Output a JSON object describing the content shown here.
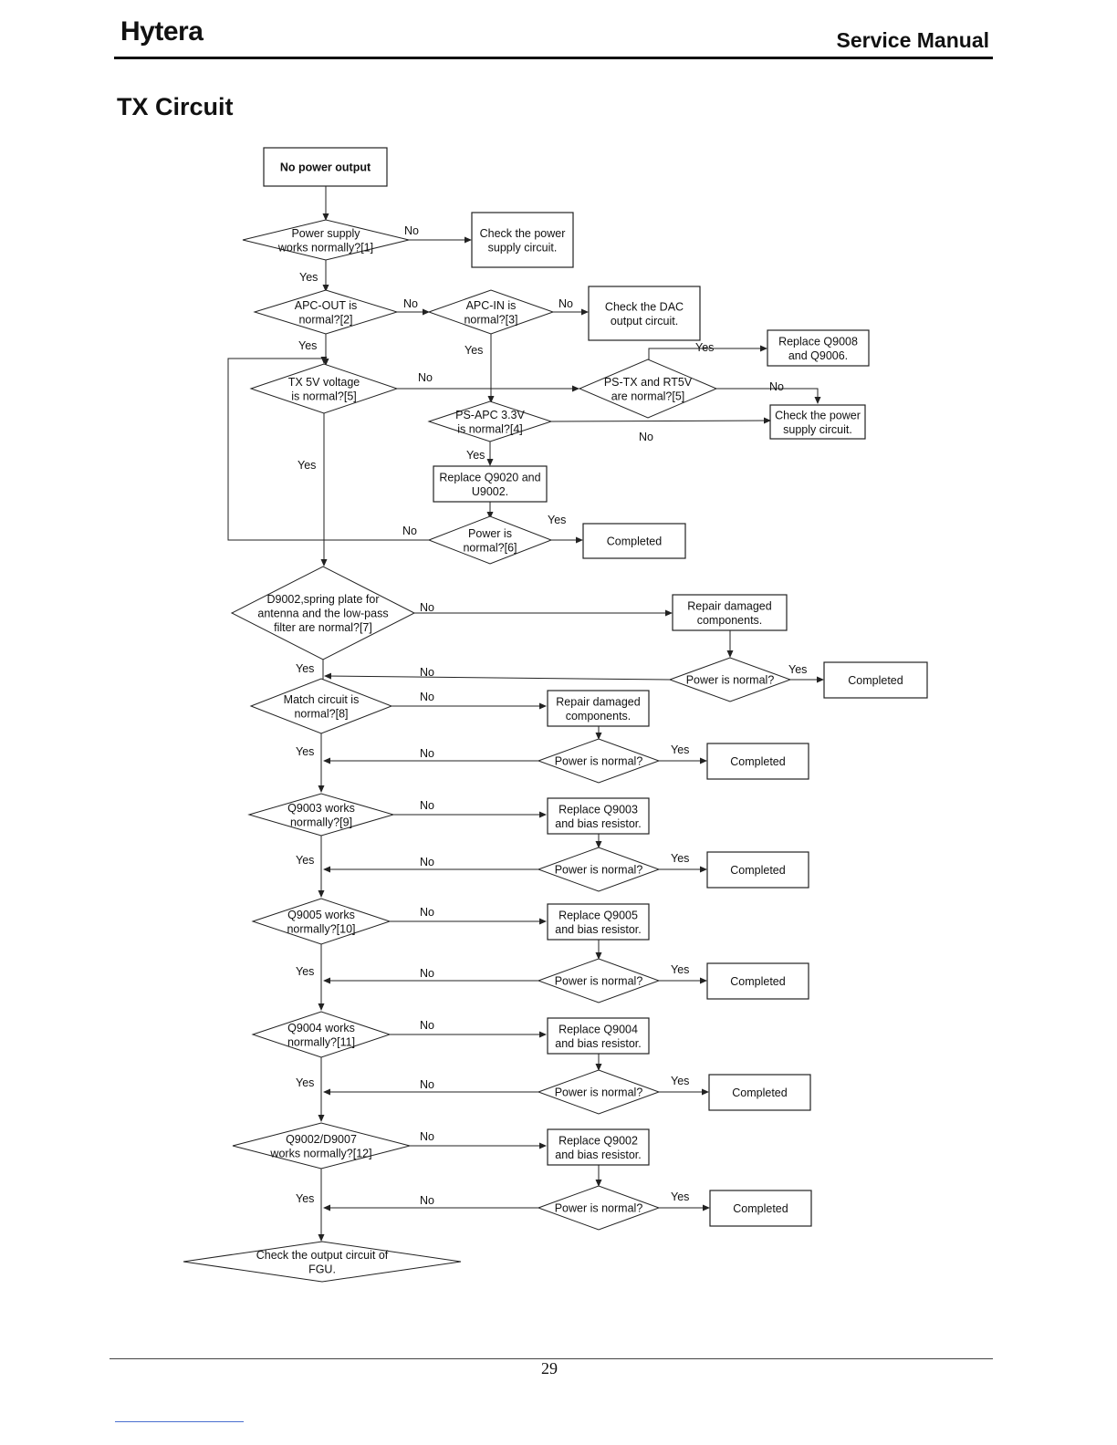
{
  "header": {
    "brand": "Hytera",
    "doc_type": "Service Manual"
  },
  "section_title": "TX Circuit",
  "page_number": "29",
  "flowchart": {
    "start": "No power output",
    "q_power_supply": [
      "Power supply",
      "works normally?[1]"
    ],
    "check_power_supply_1": [
      "Check the power",
      "supply circuit."
    ],
    "q_apc_out": [
      "APC-OUT is",
      "normal?[2]"
    ],
    "q_apc_in": [
      "APC-IN is",
      "normal?[3]"
    ],
    "check_dac": [
      "Check the DAC",
      "output circuit."
    ],
    "replace_q9008": [
      "Replace Q9008",
      "and Q9006."
    ],
    "q_tx5v": [
      "TX 5V voltage",
      "is normal?[5]"
    ],
    "q_pstx": [
      "PS-TX and RT5V",
      "are normal?[5]"
    ],
    "check_power_supply_2": [
      "Check the power",
      "supply circuit."
    ],
    "q_psapc": [
      "PS-APC 3.3V",
      "is normal?[4]"
    ],
    "replace_q9020": [
      "Replace Q9020 and",
      "U9002."
    ],
    "q_power6": [
      "Power is",
      "normal?[6]"
    ],
    "q_d9002": [
      "D9002,spring plate for",
      "antenna and the low-pass",
      "filter are normal?[7]"
    ],
    "repair_1": [
      "Repair damaged",
      "components."
    ],
    "q_match": [
      "Match circuit is",
      "normal?[8]"
    ],
    "repair_2": [
      "Repair damaged",
      "components."
    ],
    "q_q9003": [
      "Q9003 works",
      "normally?[9]"
    ],
    "replace_q9003": [
      "Replace Q9003",
      "and bias resistor."
    ],
    "q_q9005": [
      "Q9005 works",
      "normally?[10]"
    ],
    "replace_q9005": [
      "Replace Q9005",
      "and bias resistor."
    ],
    "q_q9004": [
      "Q9004 works",
      "normally?[11]"
    ],
    "replace_q9004": [
      "Replace Q9004",
      "and bias resistor."
    ],
    "q_q9002": [
      "Q9002/D9007",
      "works normally?[12]"
    ],
    "replace_q9002": [
      "Replace Q9002",
      "and bias resistor."
    ],
    "end_fgu": [
      "Check the output circuit of",
      "FGU."
    ],
    "power_is_normal": "Power is normal?",
    "completed": "Completed",
    "yes": "Yes",
    "no": "No"
  }
}
